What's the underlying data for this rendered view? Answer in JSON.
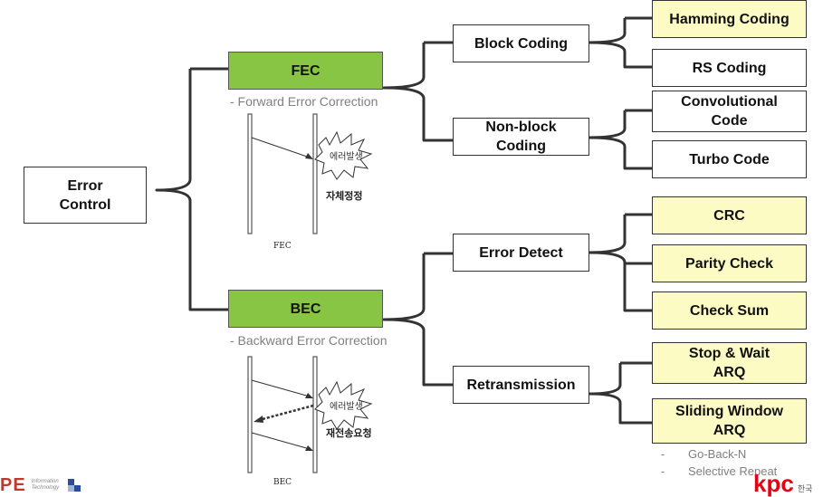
{
  "root": {
    "label": "Error\nControl"
  },
  "fec": {
    "label": "FEC",
    "subtitle": "- Forward Error Correction",
    "diagram": {
      "burst": "에러발생",
      "action": "자체정정",
      "caption": "FEC"
    }
  },
  "bec": {
    "label": "BEC",
    "subtitle": "- Backward Error Correction",
    "diagram": {
      "burst": "에러발생",
      "action": "재전송요청",
      "caption": "BEC"
    }
  },
  "block_coding": {
    "label": "Block Coding",
    "children": [
      "Hamming Coding",
      "RS Coding"
    ]
  },
  "non_block_coding": {
    "label": "Non-block\nCoding",
    "children": [
      "Convolutional\nCode",
      "Turbo Code"
    ]
  },
  "error_detect": {
    "label": "Error Detect",
    "children": [
      "CRC",
      "Parity Check",
      "Check Sum"
    ]
  },
  "retransmission": {
    "label": "Retransmission",
    "children": [
      "Stop & Wait\nARQ",
      "Sliding Window\nARQ"
    ],
    "sliding_variants": [
      "Go-Back-N",
      "Selective Repeat"
    ]
  },
  "colors": {
    "green": "#88c544",
    "yellow": "#fdfbc4",
    "border": "#333333",
    "subtitle": "#808080"
  },
  "footer": {
    "left_logo": "PE",
    "left_logo_text": "Information\nTechnology",
    "right_logo": "kpc",
    "right_logo_text": "한국"
  }
}
